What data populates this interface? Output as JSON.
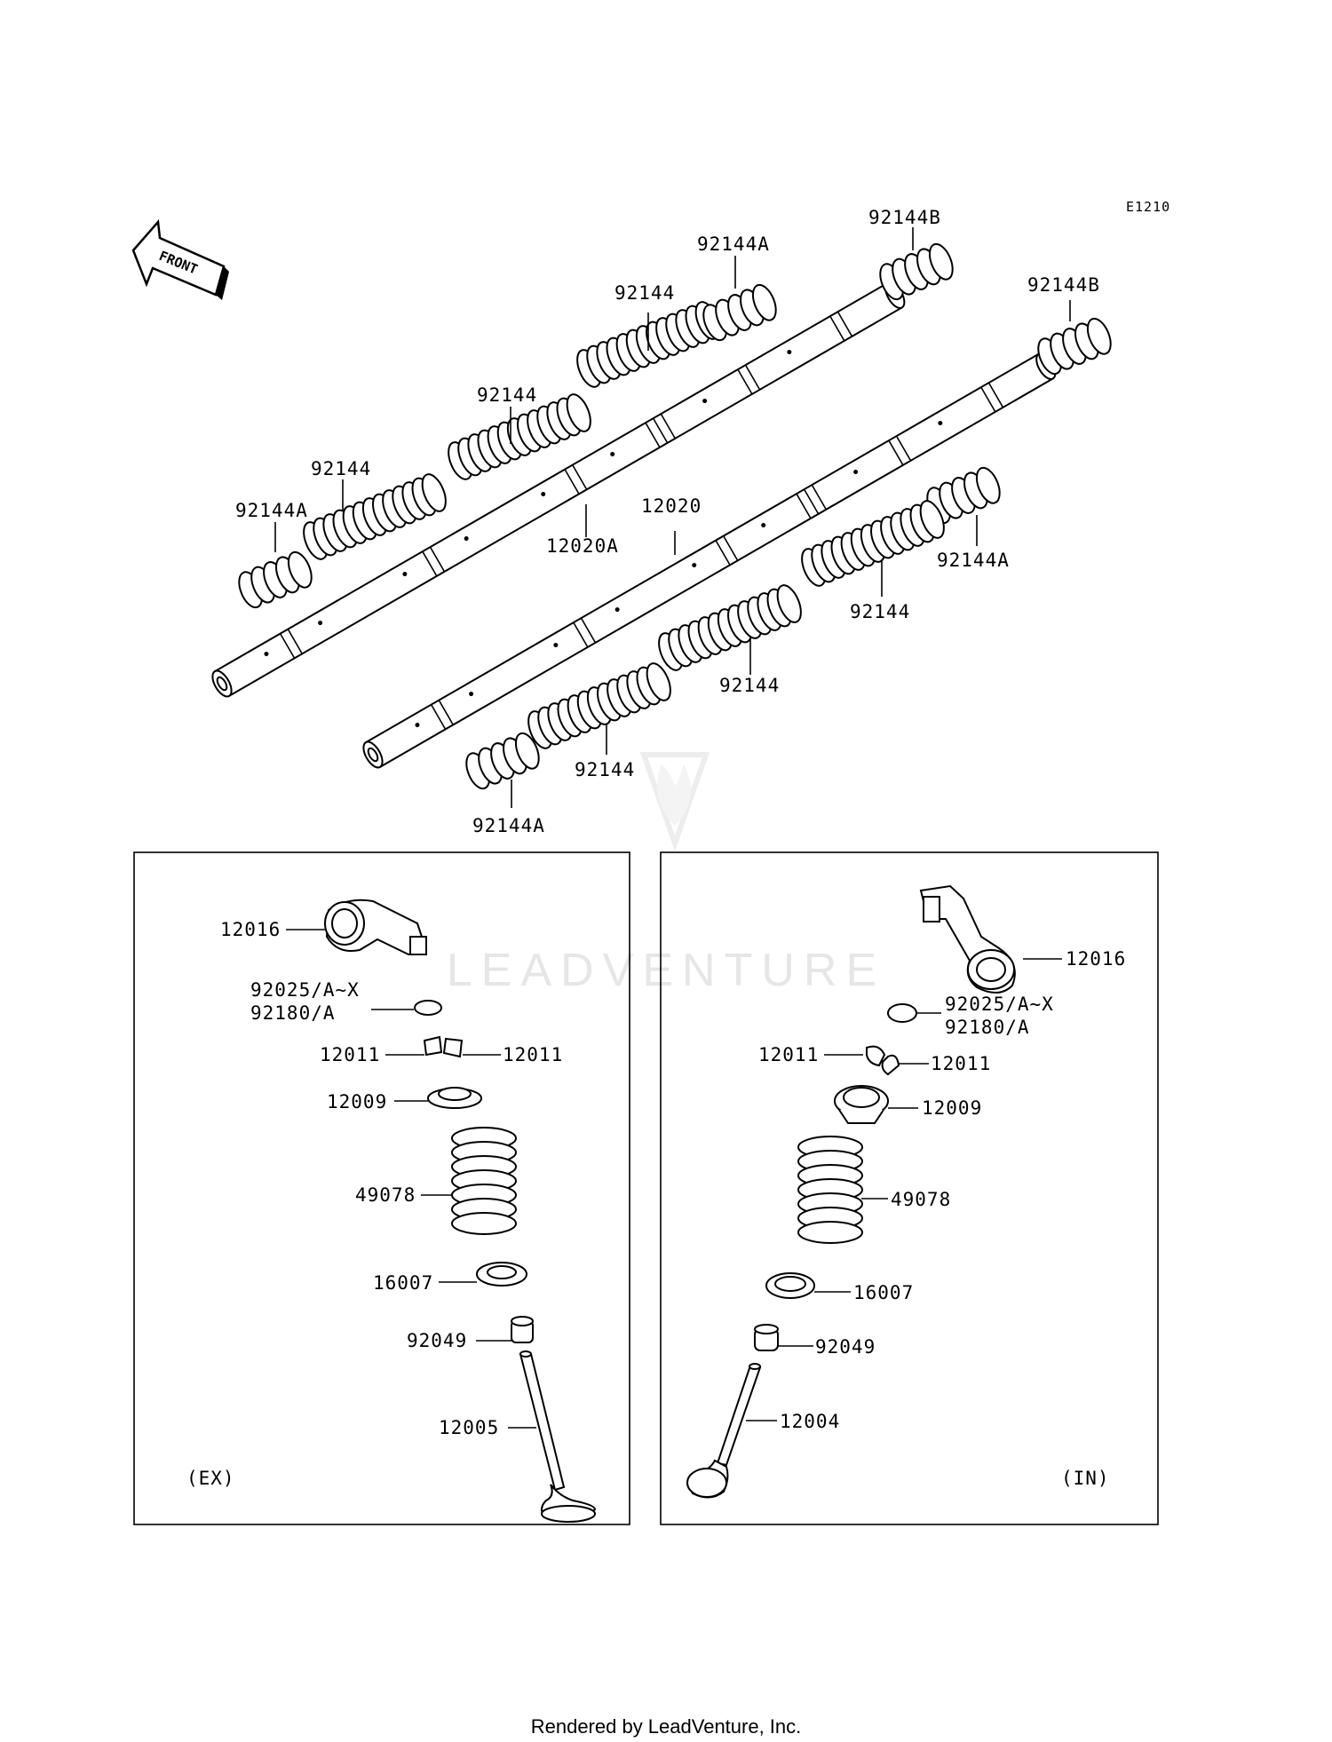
{
  "diagram": {
    "code": "E1210",
    "front_label": "FRONT",
    "watermark": "LEADVENTURE",
    "footer": "Rendered by LeadVenture, Inc.",
    "shaft_labels": {
      "l1": "92144A",
      "l2": "92144",
      "l3": "92144",
      "l4": "92144",
      "l5": "92144A",
      "l6": "92144B",
      "l7": "12020A",
      "l8": "12020",
      "l9": "92144B",
      "l10": "92144A",
      "l11": "92144",
      "l12": "92144",
      "l13": "92144",
      "l14": "92144A"
    },
    "ex_box": {
      "tag": "(EX)",
      "rocker": "12016",
      "shim1": "92025/A~X",
      "shim2": "92180/A",
      "cotter_left": "12011",
      "cotter_right": "12011",
      "retainer": "12009",
      "spring": "49078",
      "seat": "16007",
      "seal": "92049",
      "valve": "12005"
    },
    "in_box": {
      "tag": "(IN)",
      "rocker": "12016",
      "shim1": "92025/A~X",
      "shim2": "92180/A",
      "cotter_left": "12011",
      "cotter_right": "12011",
      "retainer": "12009",
      "spring": "49078",
      "seat": "16007",
      "seal": "92049",
      "valve": "12004"
    }
  }
}
